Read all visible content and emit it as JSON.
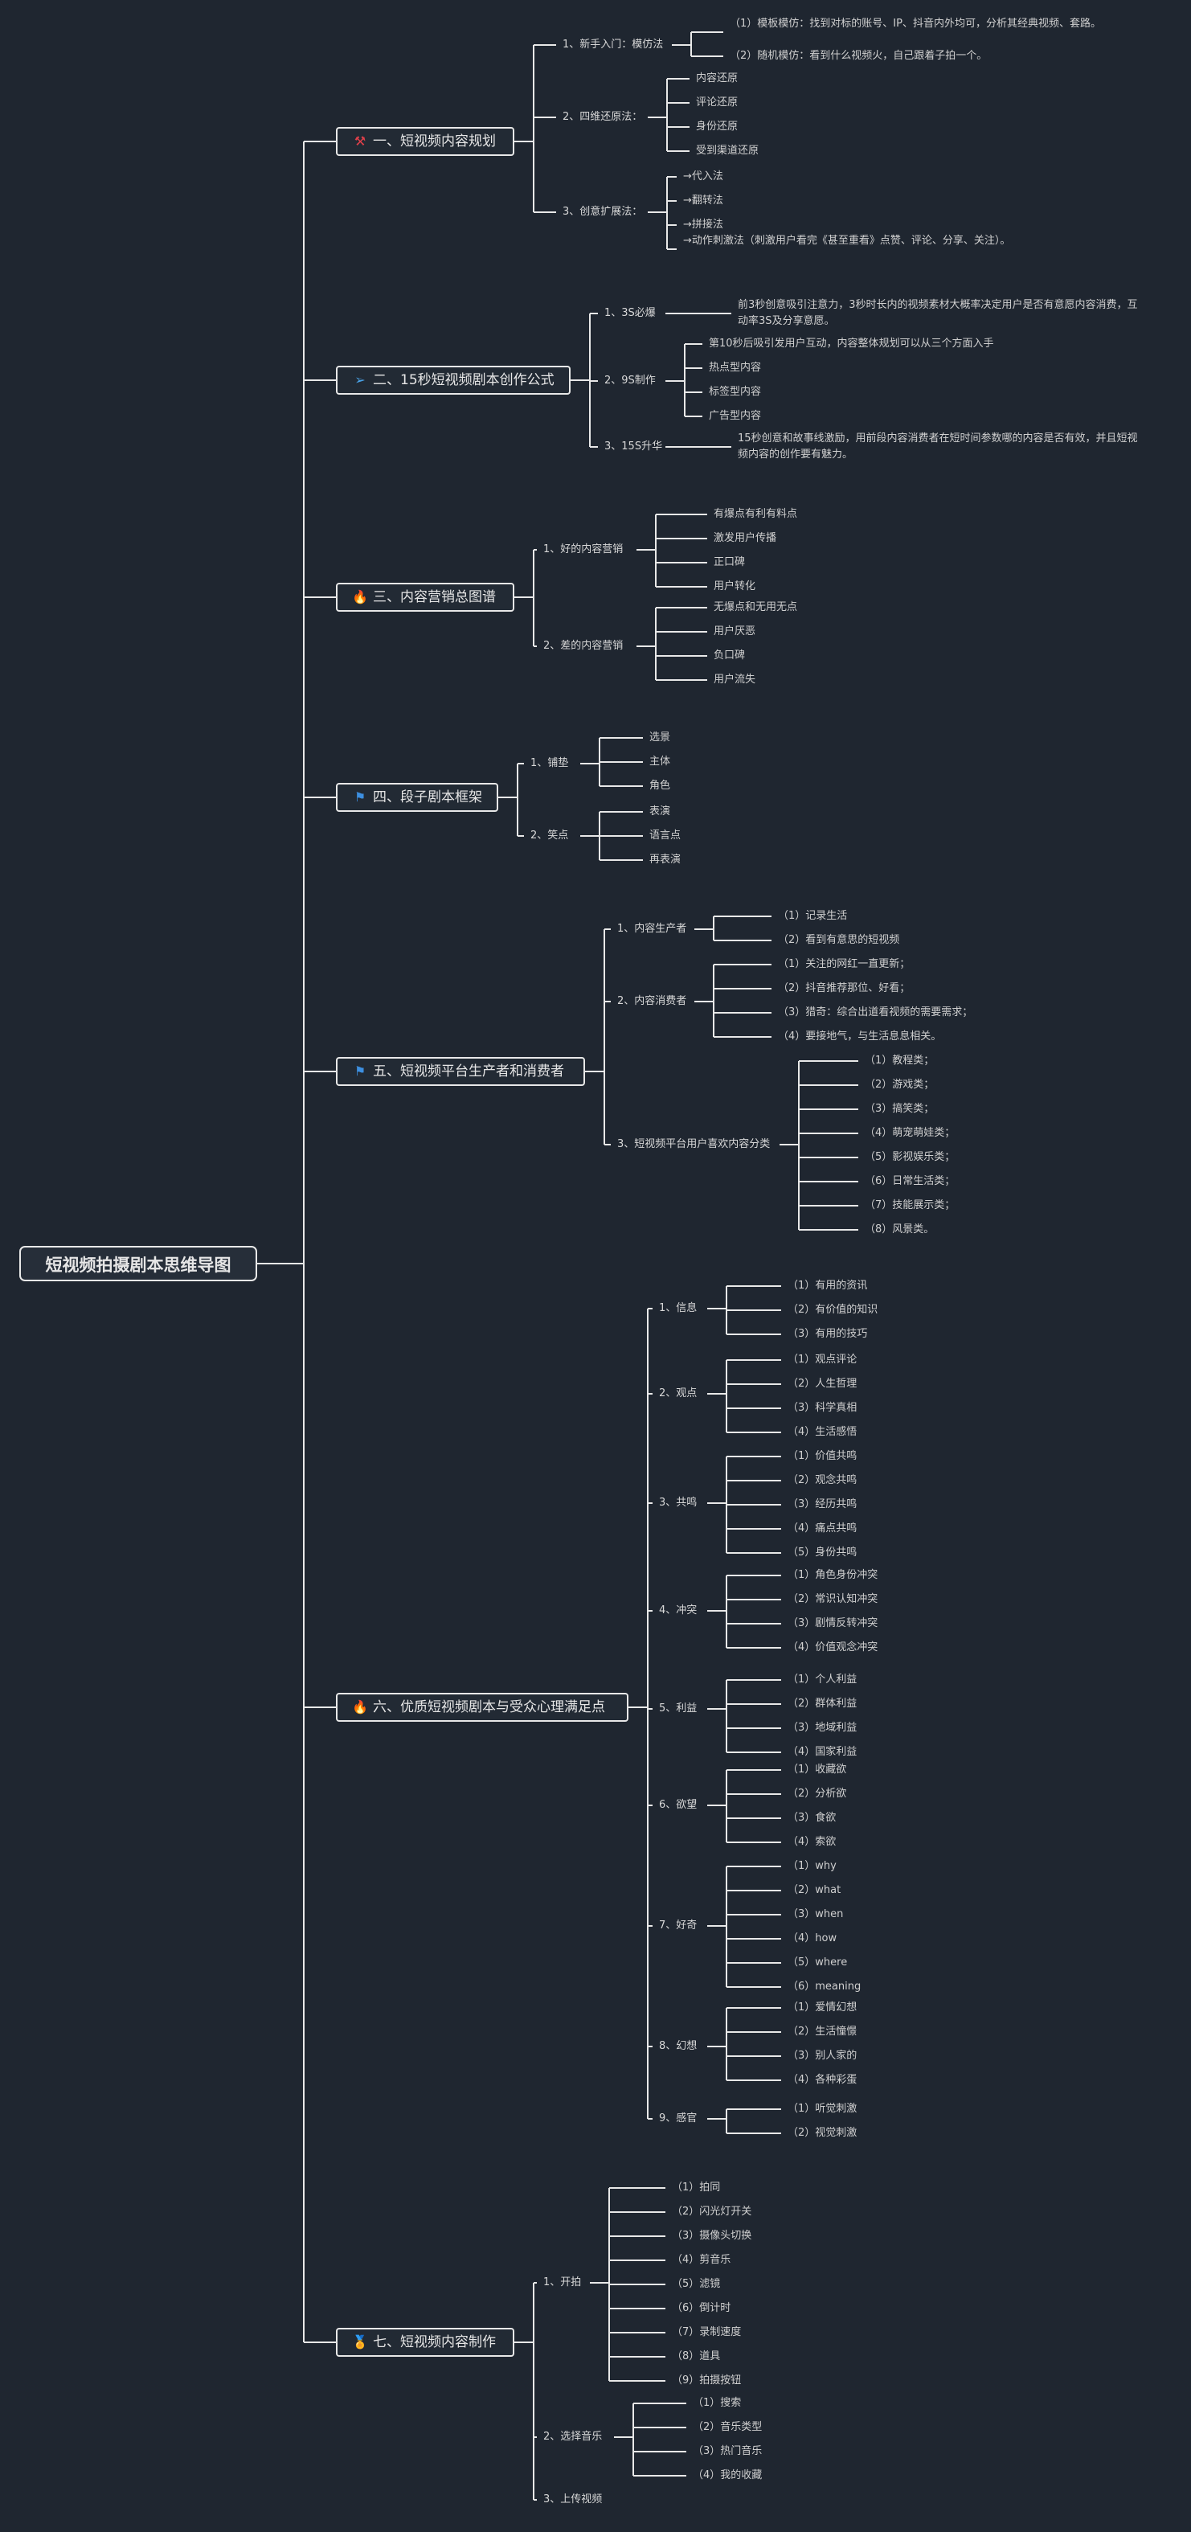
{
  "title": "短视频拍摄剧本思维导图",
  "colors": {
    "background": "#1f2630",
    "line": "#e8e8e8",
    "text": "#e6e6e6"
  },
  "branches": [
    {
      "label": "一、短视频内容规划",
      "icon": "tools-icon",
      "icon_glyph": "⚒",
      "icon_color": "#e0404a",
      "children": [
        {
          "label": "1、新手入门：模仿法",
          "children": [
            "（1）模板模仿：找到对标的账号、IP、抖音内外均可，分析其经典视频、套路。",
            "（2）随机模仿：看到什么视频火，自己跟着子拍一个。"
          ]
        },
        {
          "label": "2、四维还原法：",
          "children": [
            "内容还原",
            "评论还原",
            "身份还原",
            "受到渠道还原"
          ]
        },
        {
          "label": "3、创意扩展法：",
          "children": [
            "→代入法",
            "→翻转法",
            "→拼接法",
            "→动作刺激法（刺激用户看完《甚至重看》点赞、评论、分享、关注）。"
          ]
        }
      ]
    },
    {
      "label": "二、15秒短视频剧本创作公式",
      "icon": "send-icon",
      "icon_glyph": "➢",
      "icon_color": "#4aa3e8",
      "children": [
        {
          "label": "1、3S必爆",
          "children": [
            "前3秒创意吸引注意力，3秒时长内的视频素材大概率决定用户是否有意愿内容消费，互动率3S及分享意愿。"
          ]
        },
        {
          "label": "2、9S制作",
          "children": [
            "第10秒后吸引发用户互动，内容整体规划可以从三个方面入手",
            "热点型内容",
            "标签型内容",
            "广告型内容"
          ]
        },
        {
          "label": "3、15S升华",
          "children": [
            "15秒创意和故事线激励，用前段内容消费者在短时间参数哪的内容是否有效，并且短视频内容的创作要有魅力。"
          ]
        }
      ]
    },
    {
      "label": "三、内容营销总图谱",
      "icon": "flame-icon",
      "icon_glyph": "🔥",
      "icon_color": "#3d8fe0",
      "children": [
        {
          "label": "1、好的内容营销",
          "children": [
            "有爆点有利有料点",
            "激发用户传播",
            "正口碑",
            "用户转化"
          ]
        },
        {
          "label": "2、差的内容营销",
          "children": [
            "无爆点和无用无点",
            "用户厌恶",
            "负口碑",
            "用户流失"
          ]
        }
      ]
    },
    {
      "label": "四、段子剧本框架",
      "icon": "flag-icon",
      "icon_glyph": "⚑",
      "icon_color": "#3d8fe0",
      "children": [
        {
          "label": "1、铺垫",
          "children": [
            "选景",
            "主体",
            "角色"
          ]
        },
        {
          "label": "2、笑点",
          "children": [
            "表演",
            "语言点",
            "再表演"
          ]
        }
      ]
    },
    {
      "label": "五、短视频平台生产者和消费者",
      "icon": "flag-icon",
      "icon_glyph": "⚑",
      "icon_color": "#3d8fe0",
      "children": [
        {
          "label": "1、内容生产者",
          "children": [
            "（1）记录生活",
            "（2）看到有意思的短视频"
          ]
        },
        {
          "label": "2、内容消费者",
          "children": [
            "（1）关注的网红一直更新；",
            "（2）抖音推荐那位、好看；",
            "（3）猎奇：综合出道看视频的需要需求；",
            "（4）要接地气，与生活息息相关。"
          ]
        },
        {
          "label": "3、短视频平台用户喜欢内容分类",
          "children": [
            "（1）教程类；",
            "（2）游戏类；",
            "（3）搞笑类；",
            "（4）萌宠萌娃类；",
            "（5）影视娱乐类；",
            "（6）日常生活类；",
            "（7）技能展示类；",
            "（8）风景类。"
          ]
        }
      ]
    },
    {
      "label": "六、优质短视频剧本与受众心理满足点",
      "icon": "flame-icon",
      "icon_glyph": "🔥",
      "icon_color": "#e04a3a",
      "children": [
        {
          "label": "1、信息",
          "children": [
            "（1）有用的资讯",
            "（2）有价值的知识",
            "（3）有用的技巧"
          ]
        },
        {
          "label": "2、观点",
          "children": [
            "（1）观点评论",
            "（2）人生哲理",
            "（3）科学真相",
            "（4）生活感悟"
          ]
        },
        {
          "label": "3、共鸣",
          "children": [
            "（1）价值共鸣",
            "（2）观念共鸣",
            "（3）经历共鸣",
            "（4）痛点共鸣",
            "（5）身份共鸣"
          ]
        },
        {
          "label": "4、冲突",
          "children": [
            "（1）角色身份冲突",
            "（2）常识认知冲突",
            "（3）剧情反转冲突",
            "（4）价值观念冲突"
          ]
        },
        {
          "label": "5、利益",
          "children": [
            "（1）个人利益",
            "（2）群体利益",
            "（3）地域利益",
            "（4）国家利益"
          ]
        },
        {
          "label": "6、欲望",
          "children": [
            "（1）收藏欲",
            "（2）分析欲",
            "（3）食欲",
            "（4）索欲"
          ]
        },
        {
          "label": "7、好奇",
          "children": [
            "（1）why",
            "（2）what",
            "（3）when",
            "（4）how",
            "（5）where",
            "（6）meaning"
          ]
        },
        {
          "label": "8、幻想",
          "children": [
            "（1）爱情幻想",
            "（2）生活憧憬",
            "（3）别人家的",
            "（4）各种彩蛋"
          ]
        },
        {
          "label": "9、感官",
          "children": [
            "（1）听觉刺激",
            "（2）视觉刺激"
          ]
        }
      ]
    },
    {
      "label": "七、短视频内容制作",
      "icon": "medal-icon",
      "icon_glyph": "🏅",
      "icon_color": "#e8b030",
      "children": [
        {
          "label": "1、开拍",
          "children": [
            "（1）拍同",
            "（2）闪光灯开关",
            "（3）摄像头切换",
            "（4）剪音乐",
            "（5）滤镜",
            "（6）倒计时",
            "（7）录制速度",
            "（8）道具",
            "（9）拍摄按钮"
          ]
        },
        {
          "label": "2、选择音乐",
          "children": [
            "（1）搜索",
            "（2）音乐类型",
            "（3）热门音乐",
            "（4）我的收藏"
          ]
        },
        {
          "label": "3、上传视频",
          "children": []
        }
      ]
    }
  ]
}
